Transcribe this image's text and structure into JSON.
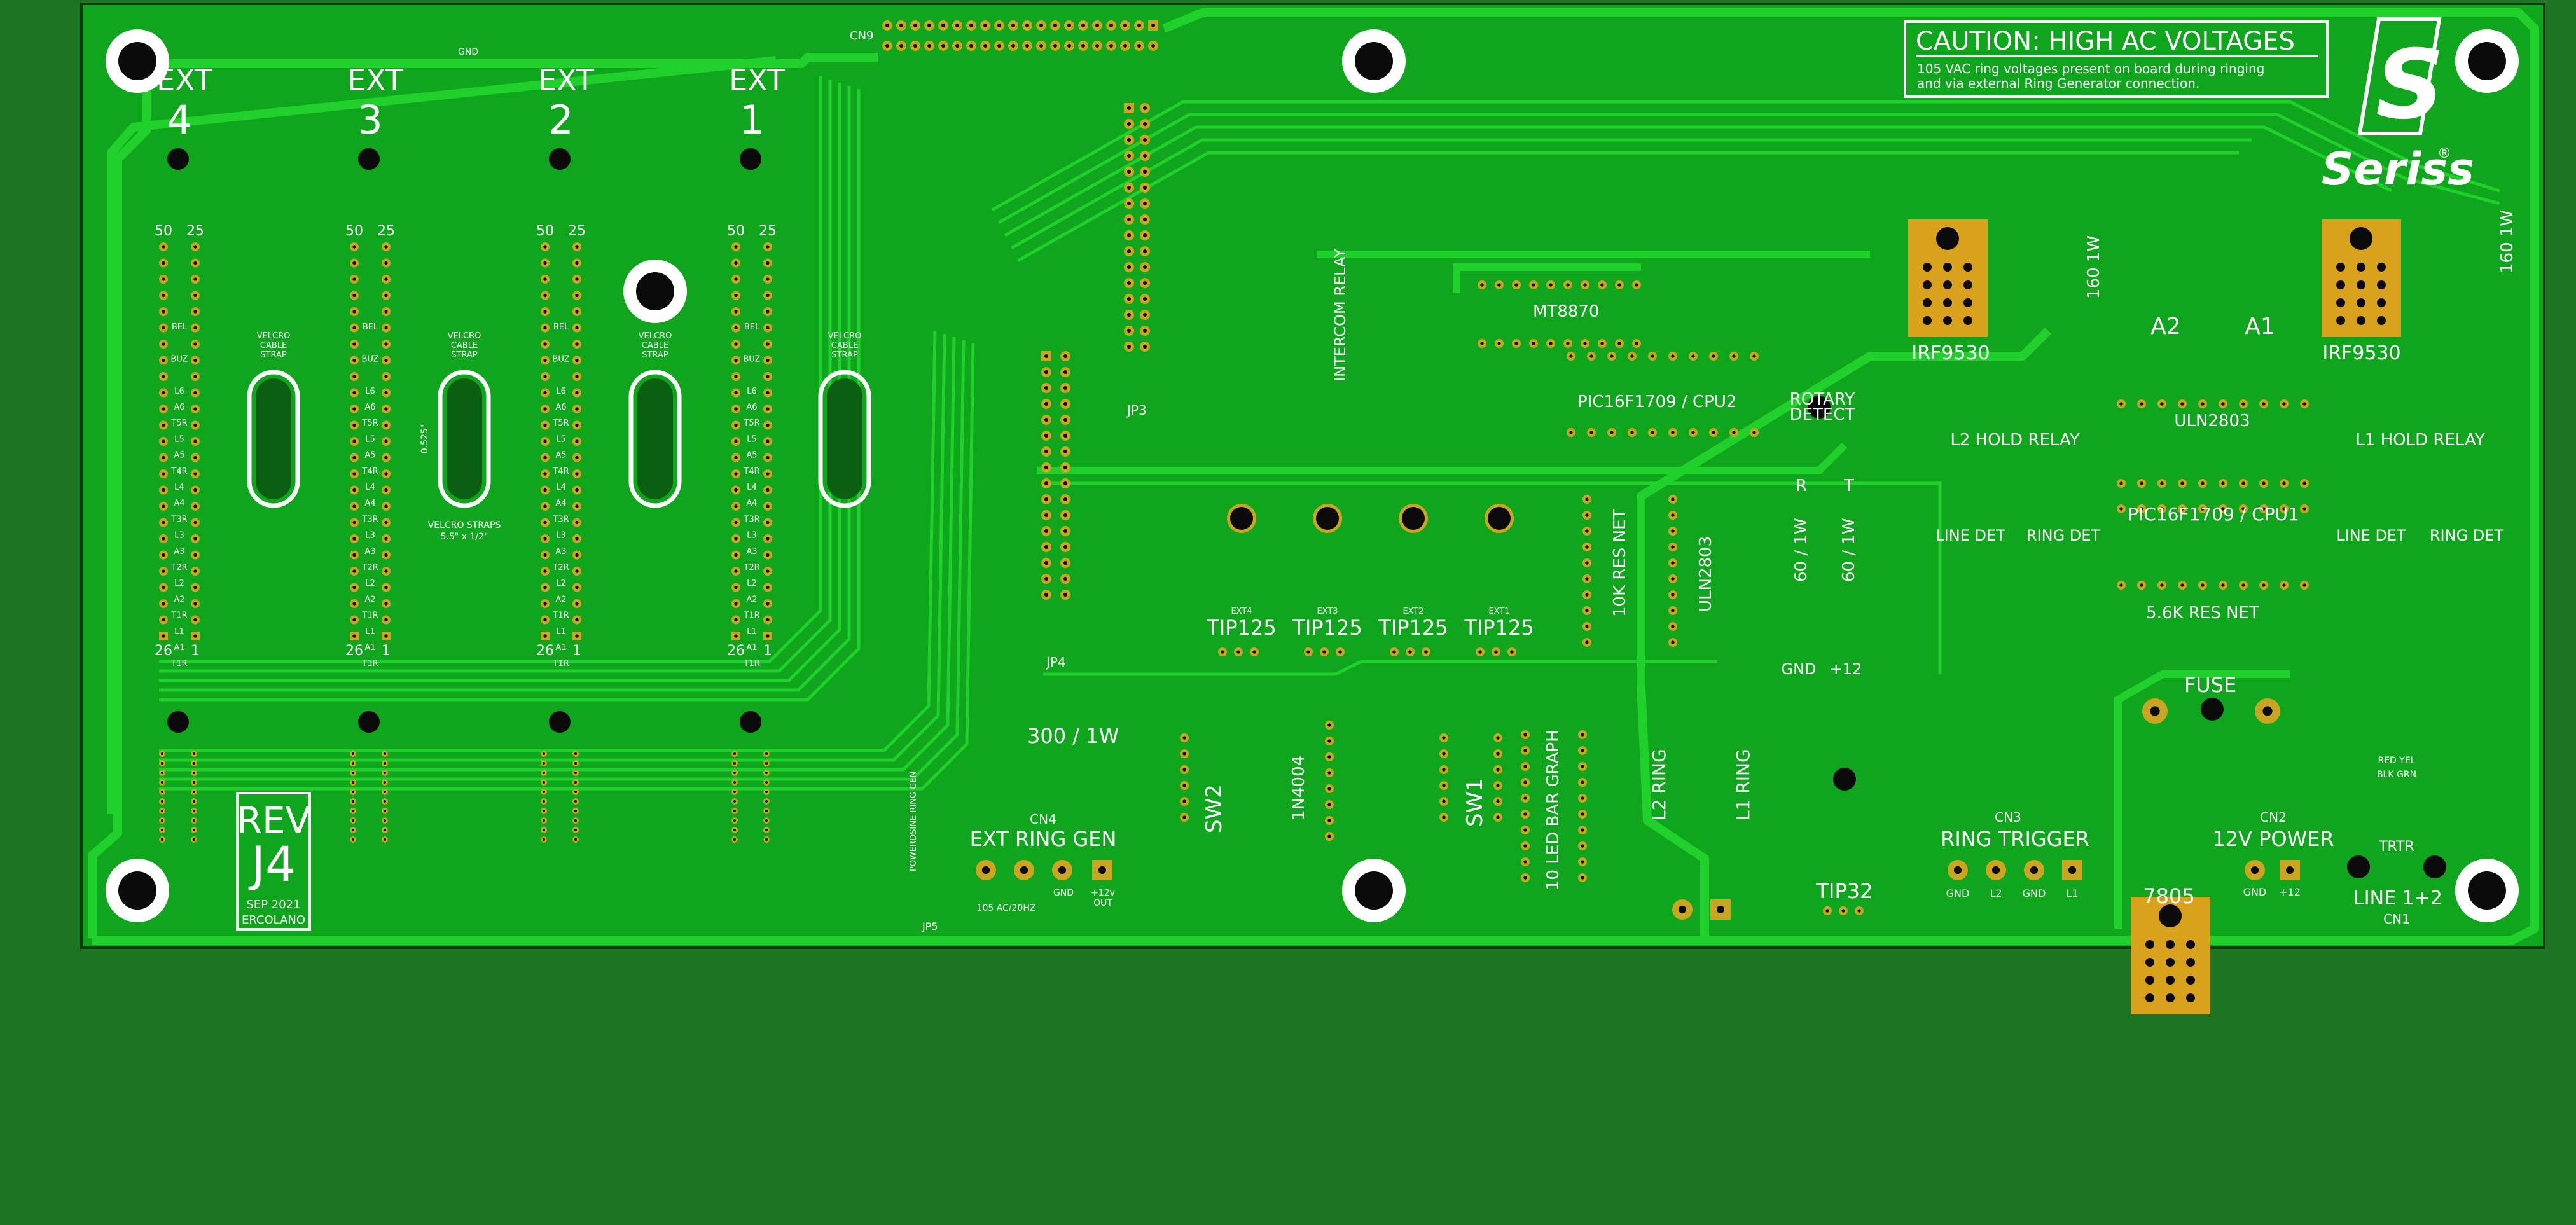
{
  "board": {
    "caution_title": "CAUTION: HIGH AC VOLTAGES",
    "caution_line1": "105 VAC ring voltages present on board during ringing",
    "caution_line2": "and via external Ring Generator connection.",
    "logo_letter": "S",
    "logo_name": "Seriss",
    "logo_reg": "®",
    "rev_label": "REV",
    "rev_value": "J4",
    "rev_date": "SEP 2021",
    "rev_location": "ERCOLANO",
    "colors": {
      "board": "#0fa51c",
      "background": "#1d7422",
      "trace": "#1fd12a",
      "pad": "#c9a521",
      "silk": "#ffffff"
    }
  },
  "ext_ports": [
    {
      "label": "EXT",
      "num": "4"
    },
    {
      "label": "EXT",
      "num": "3"
    },
    {
      "label": "EXT",
      "num": "2"
    },
    {
      "label": "EXT",
      "num": "1"
    }
  ],
  "header_numbers": {
    "top_left": "50",
    "top_right": "25",
    "bottom_left": "26",
    "bottom_right": "1"
  },
  "velcro": {
    "label_lines": [
      "VELCRO",
      "CABLE",
      "STRAP"
    ],
    "dimension": "0.525\"",
    "straps_note_1": "VELCRO STRAPS",
    "straps_note_2": "5.5\" x 1/2\""
  },
  "pin_labels": [
    "BEL",
    "",
    "BUZ",
    "",
    "L6",
    "A6",
    "T5R",
    "L5",
    "A5",
    "T4R",
    "L4",
    "A4",
    "T3R",
    "L3",
    "A3",
    "T2R",
    "L2",
    "A2",
    "T1R",
    "L1",
    "A1",
    "T1R"
  ],
  "labels": {
    "cn9": "CN9",
    "gnd_top": "GND",
    "jp3": "JP3",
    "jp4": "JP4",
    "jp5": "JP5",
    "intercom_relay": "INTERCOM RELAY",
    "mt8870": "MT8870",
    "pic_cpu2": "PIC16F1709 / CPU2",
    "rotary_detect_1": "ROTARY",
    "rotary_detect_2": "DETECT",
    "res_10k": "10K RES NET",
    "uln_left": "ULN2803",
    "r60_a": "60 / 1W",
    "r60_b": "60 / 1W",
    "r_mark": "R",
    "t_mark": "T",
    "gnd_12": "GND",
    "plus12": "+12",
    "tip125": "TIP125",
    "ext4_small": "EXT4",
    "ext3_small": "EXT3",
    "ext2_small": "EXT2",
    "ext1_small": "EXT1",
    "r300": "300 / 1W",
    "cn4": "CN4",
    "ext_ring_gen": "EXT RING GEN",
    "ac_note": "105 AC/20HZ",
    "gnd_small": "GND",
    "out_12": "+12v",
    "out_label": "OUT",
    "powerdsine": "POWERDSINE RING GEN",
    "sw2": "SW2",
    "sw1": "SW1",
    "diode": "1N4004",
    "bargraph": "10 LED BAR GRAPH",
    "l2_ring": "L2 RING",
    "l1_ring": "L1 RING",
    "tip32": "TIP32",
    "irf_left": "IRF9530",
    "irf_right": "IRF9530",
    "r160_left": "160 1W",
    "r160_right": "160 1W",
    "a2": "A2",
    "a1": "A1",
    "uln_right": "ULN2803",
    "l2_hold": "L2 HOLD RELAY",
    "l1_hold": "L1 HOLD RELAY",
    "line_det": "LINE DET",
    "ring_det": "RING DET",
    "pic_cpu1": "PIC16F1709 / CPU1",
    "res_56k": "5.6K RES NET",
    "fuse": "FUSE",
    "cn3": "CN3",
    "ring_trigger": "RING TRIGGER",
    "l2": "L2",
    "l1": "L1",
    "reg_7805": "7805",
    "cn2": "CN2",
    "power_12v": "12V POWER",
    "line12": "LINE 1+2",
    "cn1": "CN1",
    "red_yel": "RED YEL",
    "blk_grn": "BLK GRN",
    "trtr": "TRTR"
  }
}
